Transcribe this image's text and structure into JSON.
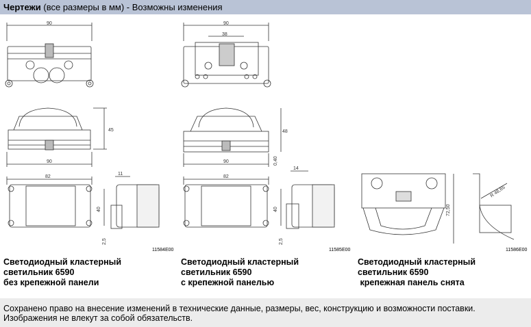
{
  "header": {
    "title_bold": "Чертежи",
    "title_rest": " (все размеры в мм) - Возможны изменения"
  },
  "drawings": {
    "d1": {
      "code": "11584E00",
      "dims": {
        "top_w": "90",
        "side_h": "45",
        "side_w": "90",
        "front_w": "82",
        "front_h": "40",
        "rear_w": "11",
        "rear_h": "2,5"
      }
    },
    "d2": {
      "code": "11585E00",
      "dims": {
        "top_w": "90",
        "top_hole": "38",
        "side_h": "48",
        "side_w": "90",
        "side_gap": "0,40",
        "front_w": "82",
        "front_h": "40",
        "rear_w": "14",
        "rear_h": "2,5"
      }
    },
    "d3": {
      "code": "11586E00",
      "dims": {
        "height": "72,50",
        "radius": "R 48,65"
      }
    }
  },
  "captions": {
    "c1": "Светодиодный кластерный\nсветильник 6590\nбез крепежной панели",
    "c2": "Светодиодный кластерный\nсветильник 6590\nс крепежной панелью",
    "c3": "Светодиодный кластерный\nсветильник 6590\n крепежная панель снята"
  },
  "footer": {
    "line1": "Сохранено право на внесение изменений в технические данные, размеры, вес, конструкцию и возможности поставки.",
    "line2": "Изображения не влекут за собой обязательств."
  }
}
